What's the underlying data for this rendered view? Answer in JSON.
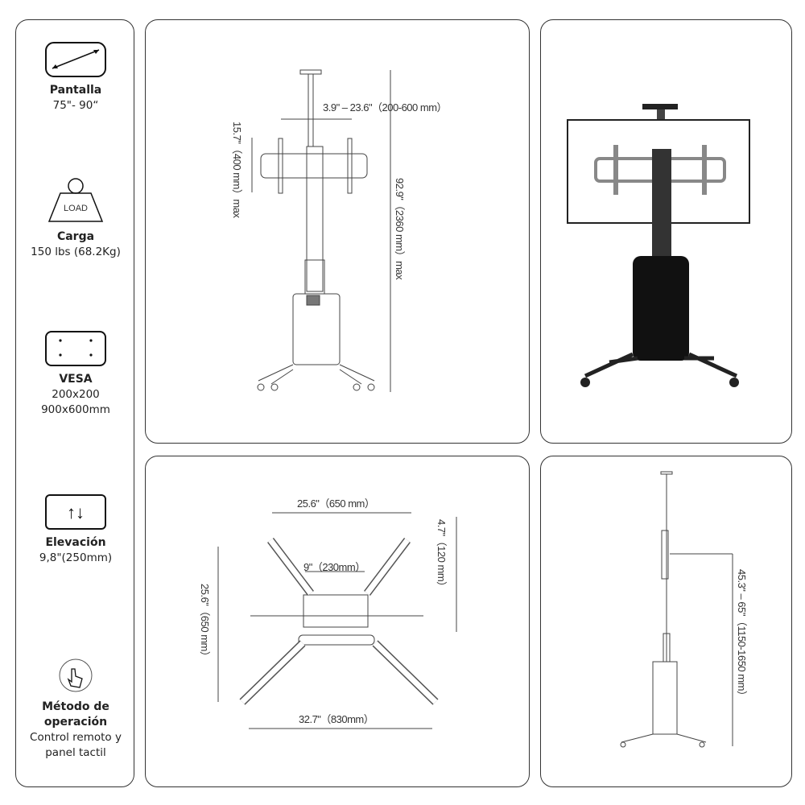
{
  "specs": [
    {
      "title": "Pantalla",
      "value": "75\"- 90“",
      "icon": "screen-size-icon"
    },
    {
      "title": "Carga",
      "value": "150 lbs (68.2Kg)",
      "icon": "load-weight-icon",
      "icon_text": "LOAD"
    },
    {
      "title": "VESA",
      "value": "200x200",
      "value2": "900x600mm",
      "icon": "vesa-pattern-icon"
    },
    {
      "title": "Elevación",
      "value": "9,8\"(250mm)",
      "icon": "up-down-arrows-icon"
    },
    {
      "title": "Método de operación",
      "value": "Control remoto y panel tactil",
      "icon": "touch-hand-icon"
    }
  ],
  "front_view": {
    "width_dim": "3.9\" – 23.6\"（200-600 mm）",
    "vert_dim": "15.7\"（400 mm）max",
    "height_dim": "92.9\"（2360 mm）max"
  },
  "top_view": {
    "top_width": "25.6\"（650 mm）",
    "inner_width": "9\"（230mm）",
    "depth": "25.6\"（650 mm）",
    "offset": "4.7\"（120 mm）",
    "base_width": "32.7\"（830mm）"
  },
  "side_view": {
    "height_range": "45.3\" – 65\"（1150-1650 mm）"
  }
}
